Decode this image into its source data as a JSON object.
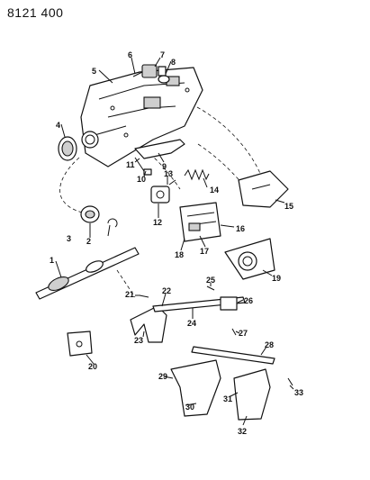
{
  "diagram": {
    "reference_code": "8121 400",
    "callouts": [
      "1",
      "2",
      "3",
      "4",
      "5",
      "6",
      "7",
      "8",
      "9",
      "10",
      "11",
      "12",
      "13",
      "14",
      "15",
      "16",
      "17",
      "18",
      "19",
      "20",
      "21",
      "22",
      "23",
      "24",
      "25",
      "26",
      "27",
      "28",
      "29",
      "30",
      "31",
      "32",
      "33"
    ]
  }
}
